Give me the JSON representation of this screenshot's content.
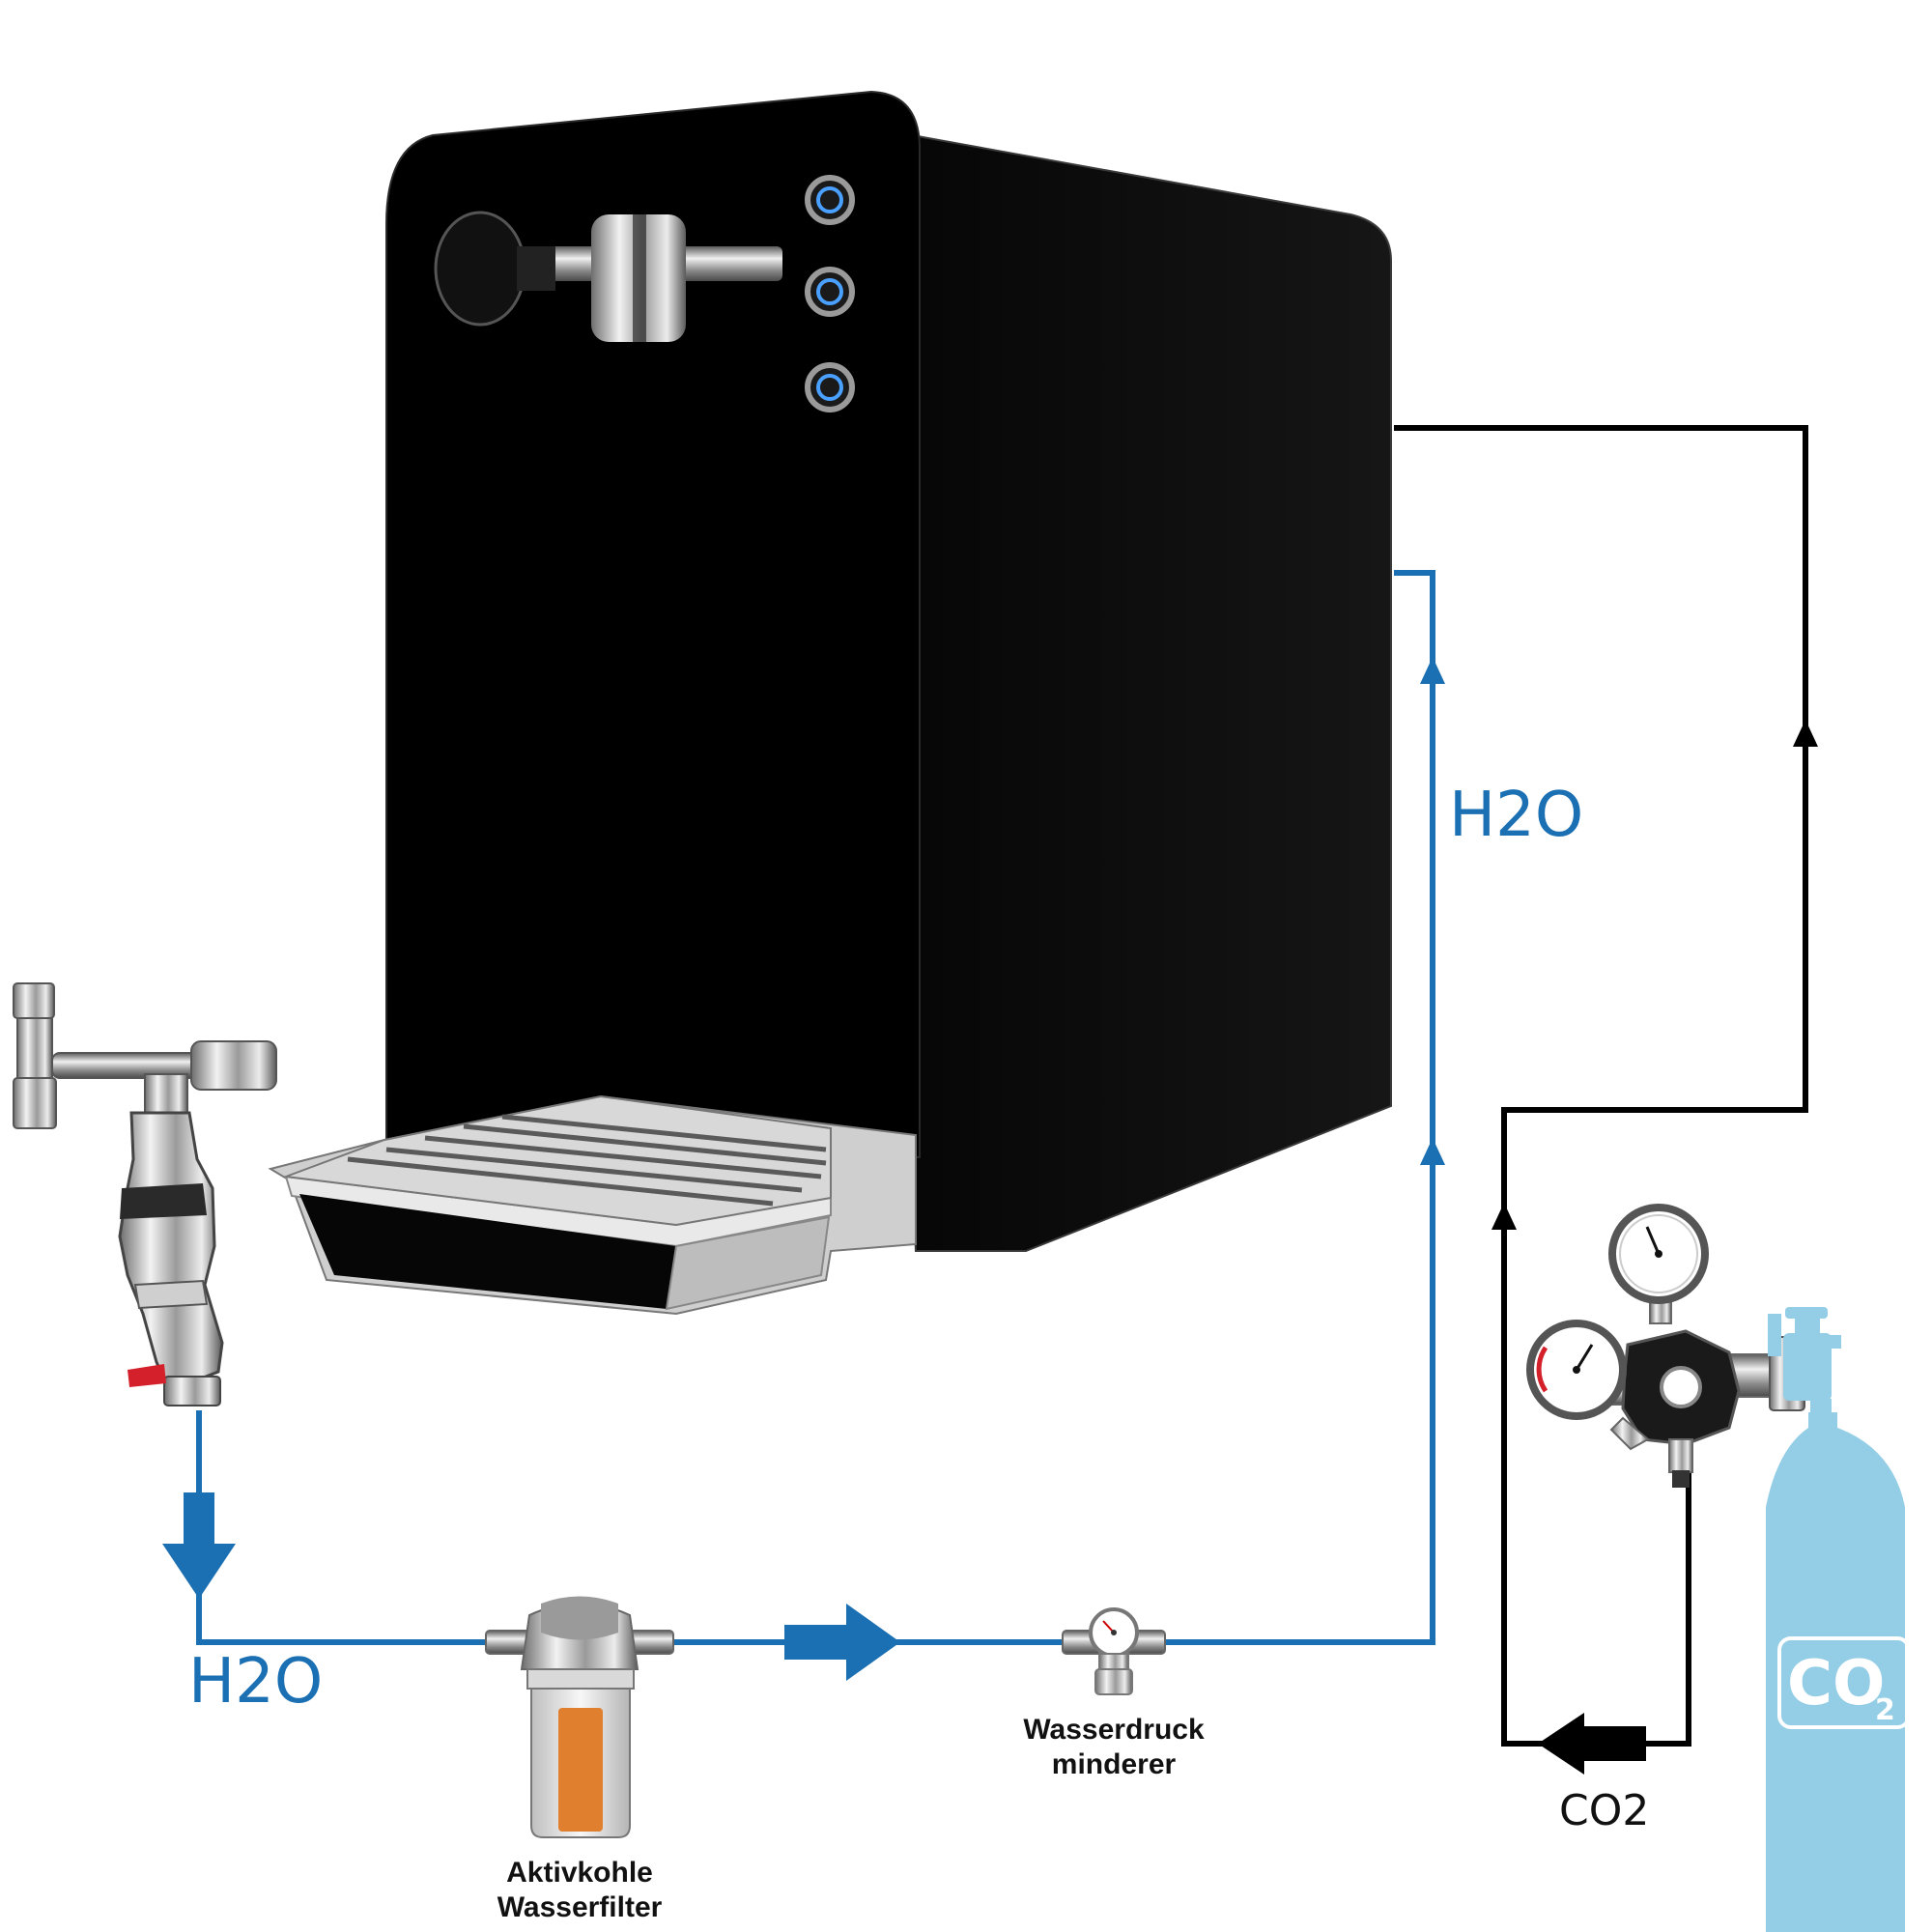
{
  "labels": {
    "h2o_upper": "H2O",
    "h2o_lower": "H2O",
    "co2_line": "CO2",
    "pressure_reducer_line1": "Wasserdruck",
    "pressure_reducer_line2": "minderer",
    "filter_line1": "Aktivkohle",
    "filter_line2": "Wasserfilter",
    "tank_main": "CO",
    "tank_sub": "2"
  },
  "colors": {
    "water_line": "#1b6fb3",
    "co2_line": "#000000",
    "tank": "#93cde6",
    "filter_cartridge": "#e0802f",
    "faucet_handle": "#d4202a"
  },
  "icons": {
    "dispenser": "water-dispenser",
    "tap": "angle-valve-tap",
    "filter": "water-filter",
    "reducer": "pressure-reducer-gauge",
    "regulator": "co2-pressure-regulator",
    "tank": "co2-cylinder"
  }
}
